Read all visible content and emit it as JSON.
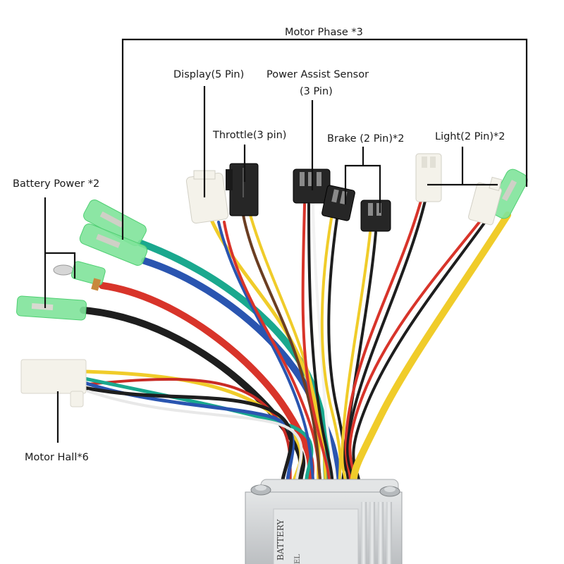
{
  "title": "E-bike Brushless Motor Controller Wiring Diagram",
  "labels": {
    "motor_phase": "Motor Phase *3",
    "display": "Display(5 Pin)",
    "power_assist_line1": "Power Assist Sensor",
    "power_assist_line2": "(3 Pin)",
    "throttle": "Throttle(3 pin)",
    "brake": "Brake (2 Pin)*2",
    "light": "Light(2 Pin)*2",
    "battery_power": "Battery Power *2",
    "motor_hall": "Motor Hall*6"
  },
  "controller": {
    "label_text_1": "BATTERY",
    "label_text_2": "EL"
  },
  "colors": {
    "red": "#d8342a",
    "black": "#1e1e1e",
    "yellow": "#f0cc2a",
    "green_teal": "#1aa88e",
    "blue": "#2a55b0",
    "brown": "#6b3e22",
    "white": "#f2f2f2",
    "connector_green": "#7fe39a",
    "connector_black": "#262626",
    "connector_white": "#f4f2ea",
    "housing": "#cfd2d4"
  }
}
